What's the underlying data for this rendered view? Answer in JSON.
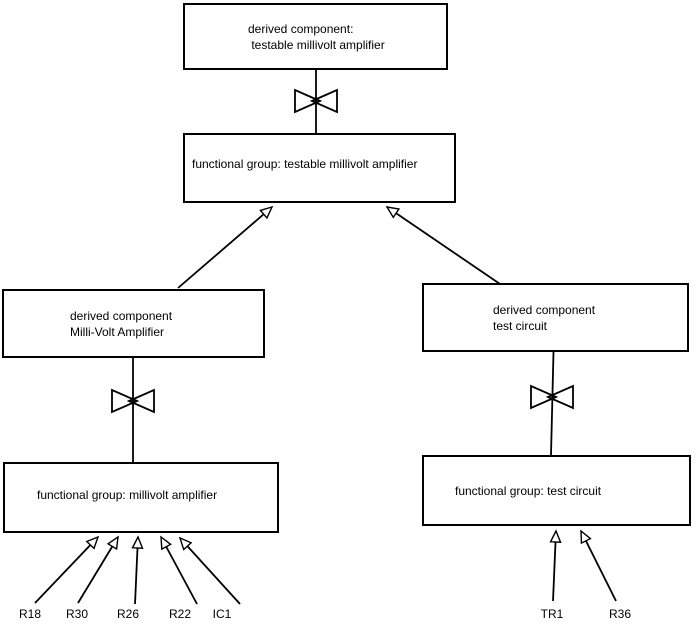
{
  "diagram": {
    "colors": {
      "background": "#ffffff",
      "line": "#000000",
      "text": "#000000"
    },
    "nodes": {
      "derived_testable": {
        "line1": "derived component:",
        "line2": " testable millivolt amplifier"
      },
      "functional_testable": {
        "label": "functional group: testable millivolt amplifier"
      },
      "derived_millivolt": {
        "line1": "derived component",
        "line2": "Milli-Volt Amplifier"
      },
      "functional_millivolt": {
        "label": "functional group: millivolt amplifier"
      },
      "derived_test": {
        "line1": "derived component",
        "line2": "test circuit"
      },
      "functional_test": {
        "label": "functional group: test circuit"
      }
    },
    "parts": {
      "millivolt_amplifier": [
        "R18",
        "R30",
        "R26",
        "R22",
        "IC1"
      ],
      "test_circuit": [
        "TR1",
        "R36"
      ]
    }
  }
}
